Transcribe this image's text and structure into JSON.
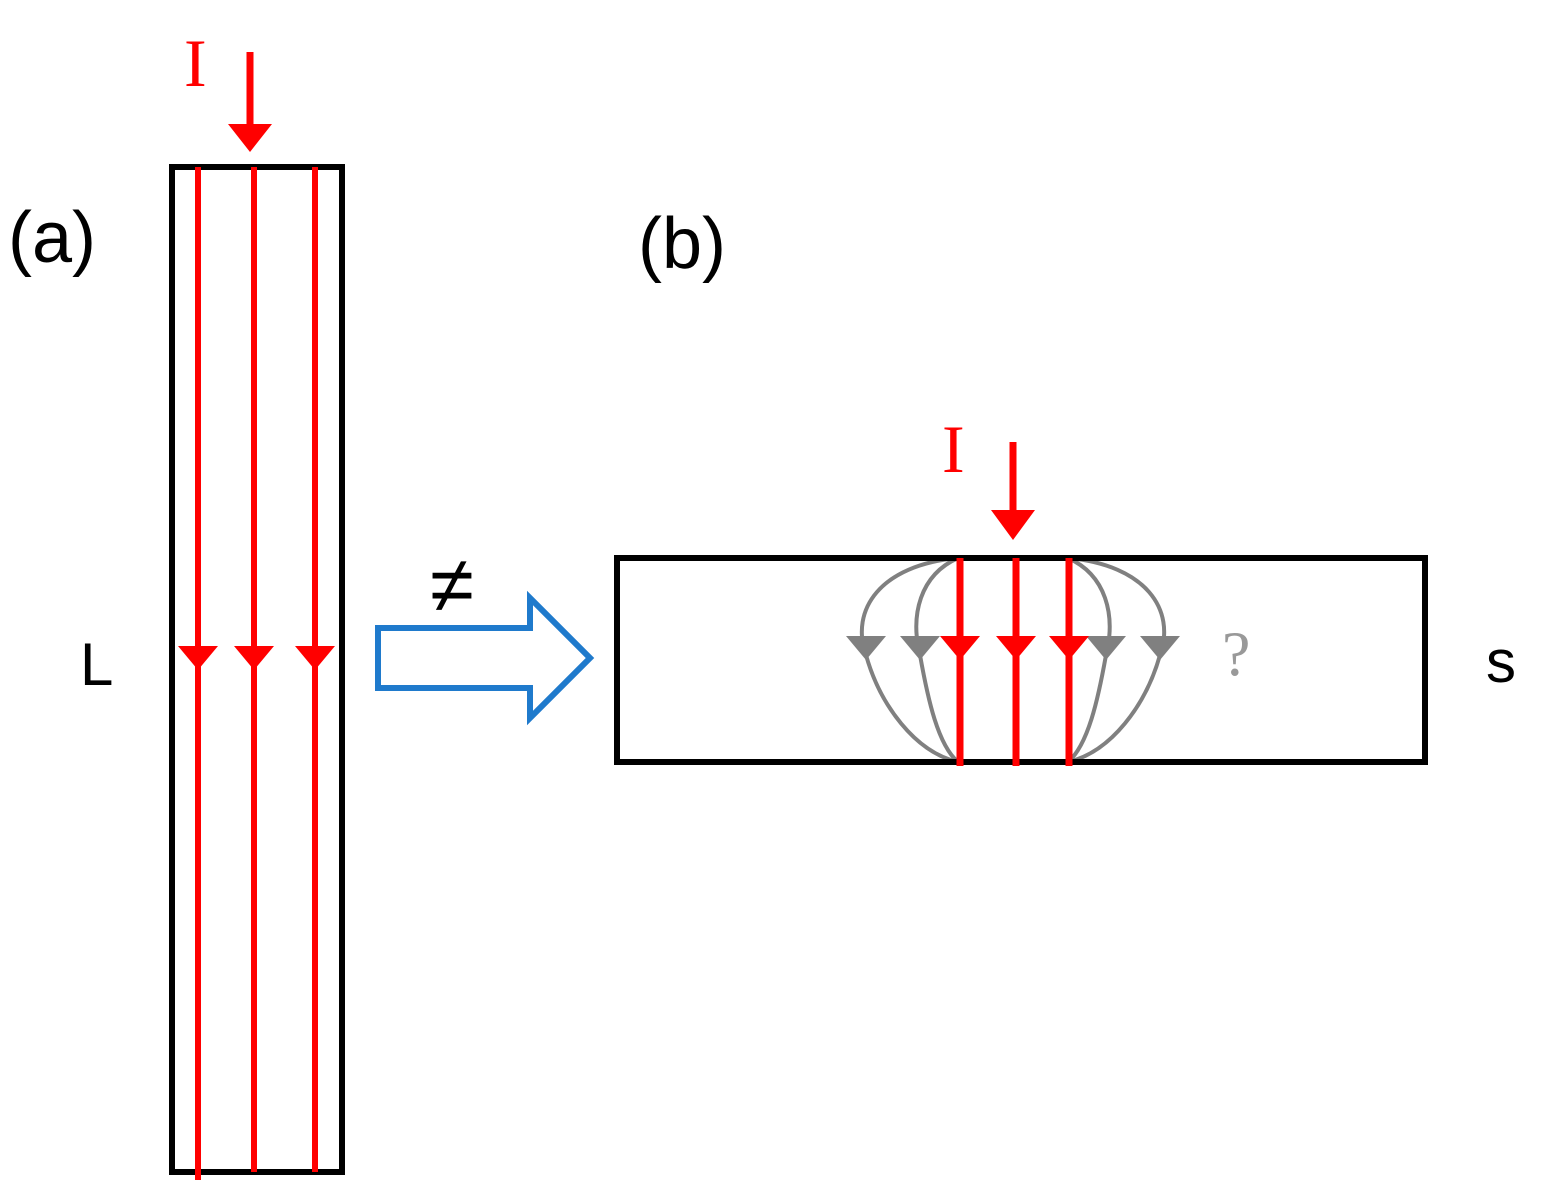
{
  "panel_a": {
    "label": "(a)",
    "current_symbol": "I",
    "length_label": "L"
  },
  "panel_b": {
    "label": "(b)",
    "current_symbol": "I",
    "question_mark": "?",
    "length_label": "s"
  },
  "relation": {
    "symbol": "≠"
  },
  "colors": {
    "current": "#ff0000",
    "outline": "#000000",
    "spreading_current": "#808080",
    "transform_arrow": "#1f7acc"
  }
}
